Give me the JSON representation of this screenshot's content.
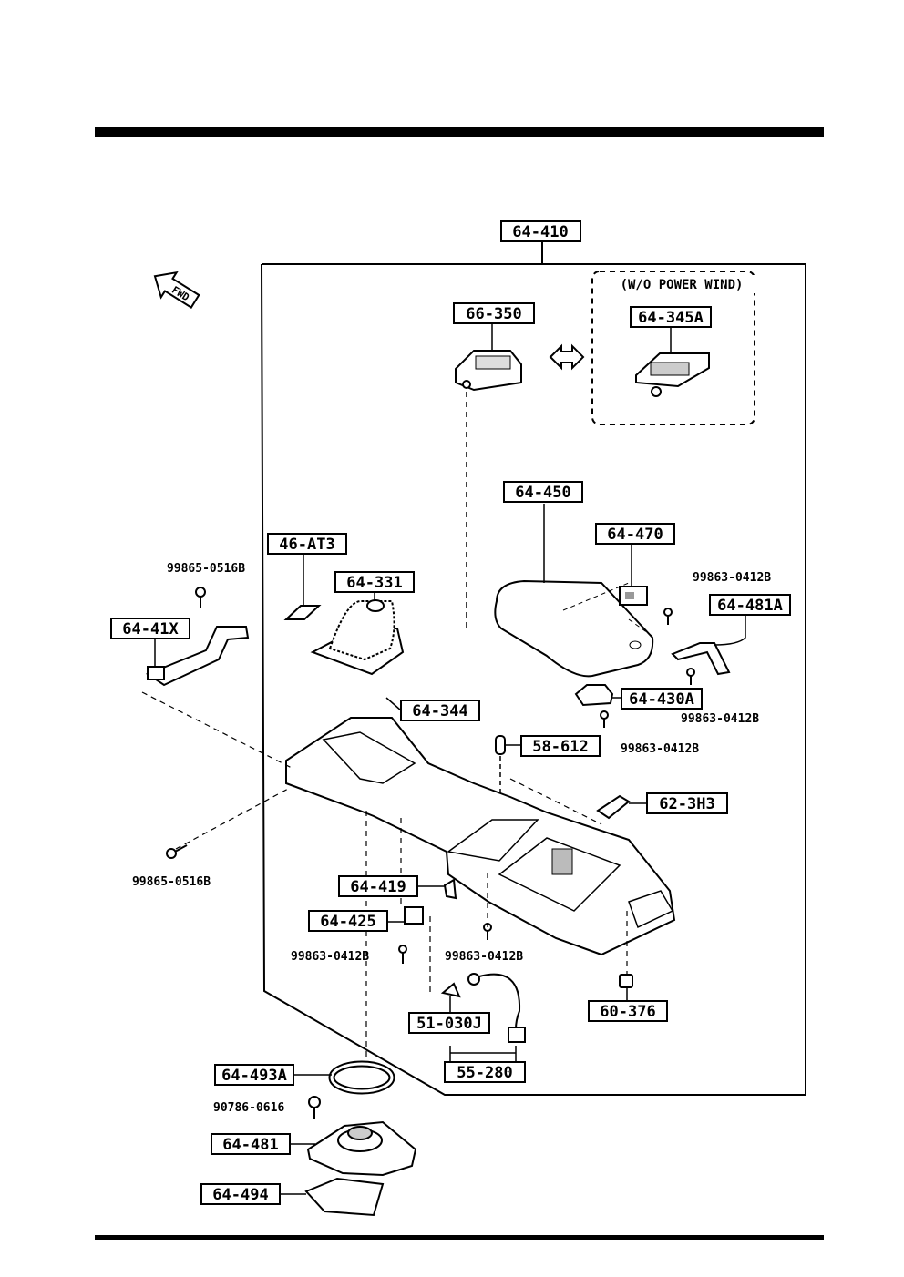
{
  "diagram": {
    "assembly_label": "64-410",
    "fwd_label": "FWD",
    "option_note": "(W/O POWER WIND)",
    "boxed_parts": {
      "p66350": "66-350",
      "p64345A": "64-345A",
      "p64450": "64-450",
      "p64470": "64-470",
      "p64481A": "64-481A",
      "p46AT3": "46-AT3",
      "p64331": "64-331",
      "p6441X": "64-41X",
      "p64344": "64-344",
      "p64430A": "64-430A",
      "p58612": "58-612",
      "p623H3": "62-3H3",
      "p64419": "64-419",
      "p64425": "64-425",
      "p51030J": "51-030J",
      "p55280": "55-280",
      "p60376": "60-376",
      "p64493A": "64-493A",
      "p64481": "64-481",
      "p64494": "64-494"
    },
    "fasteners": {
      "f1": "99865-0516B",
      "f2": "99863-0412B",
      "f3": "99863-0412B",
      "f4": "99863-0412B",
      "f5": "99865-0516B",
      "f6": "99863-0412B",
      "f7": "99863-0412B",
      "f8": "90786-0616"
    }
  }
}
